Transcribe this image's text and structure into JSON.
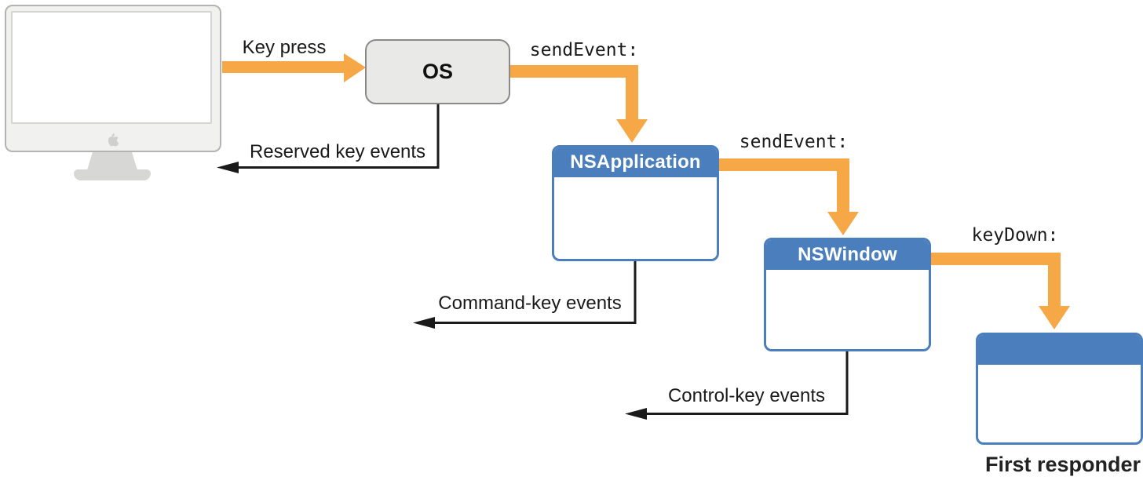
{
  "nodes": {
    "os": {
      "label": "OS"
    },
    "nsapplication": {
      "title": "NSApplication"
    },
    "nswindow": {
      "title": "NSWindow"
    },
    "first_responder": {
      "title": "",
      "caption": "First responder"
    }
  },
  "edges": {
    "display_to_os": {
      "label": "Key press",
      "style": "thick-orange-arrow"
    },
    "os_to_nsapplication": {
      "label": "sendEvent:",
      "style": "thick-orange-elbow-arrow"
    },
    "nsapplication_to_nswindow": {
      "label": "sendEvent:",
      "style": "thick-orange-elbow-arrow"
    },
    "nswindow_to_first_responder": {
      "label": "keyDown:",
      "style": "thick-orange-elbow-arrow"
    },
    "os_to_display": {
      "label": "Reserved key events",
      "style": "thin-black-arrow"
    },
    "nsapplication_out": {
      "label": "Command-key events",
      "style": "thin-black-arrow"
    },
    "nswindow_out": {
      "label": "Control-key events",
      "style": "thin-black-arrow"
    }
  },
  "icons": {
    "display": "imac-display-icon",
    "apple_logo": "apple-logo-icon"
  },
  "colors": {
    "arrow_orange": "#F5A845",
    "header_blue": "#4A7EBD",
    "box_border_blue": "#4A7EBD",
    "os_fill": "#E9E9E8",
    "os_border": "#8A8A8A",
    "line_black": "#1A1A1A",
    "monitor_gray": "#F1F1EF",
    "background": "#FFFFFF"
  }
}
